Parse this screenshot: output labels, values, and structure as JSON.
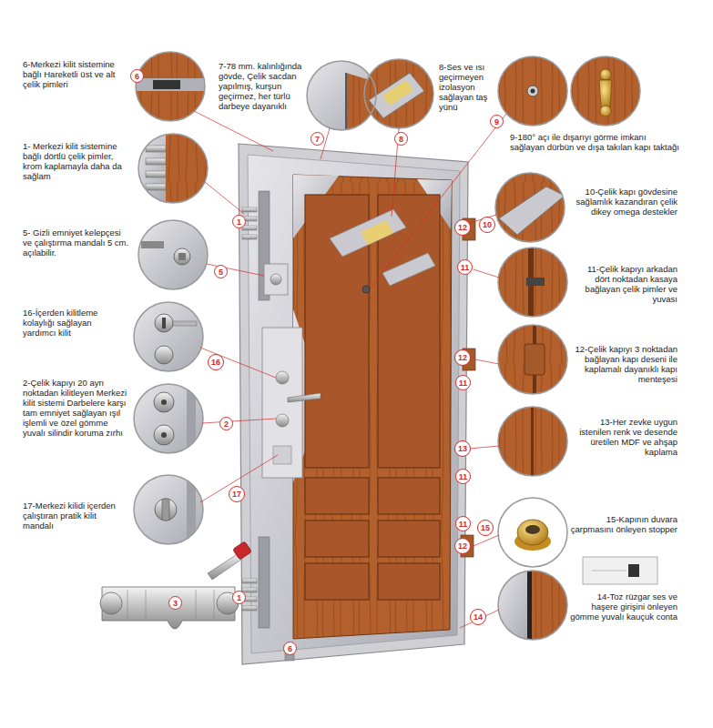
{
  "diagram": {
    "nodes": [
      {
        "text": [
          "6"
        ]
      },
      {
        "text": [
          "7"
        ]
      },
      {
        "text": [
          "8"
        ]
      },
      {
        "text": [
          "9"
        ]
      },
      {
        "text": [
          "1"
        ]
      },
      {
        "text": [
          "12"
        ]
      },
      {
        "text": [
          "10"
        ]
      },
      {
        "text": [
          "5"
        ]
      },
      {
        "text": [
          "11"
        ]
      },
      {
        "text": [
          "16"
        ]
      },
      {
        "text": [
          "12"
        ]
      },
      {
        "text": [
          "11"
        ]
      },
      {
        "text": [
          "2"
        ]
      },
      {
        "text": [
          "13"
        ]
      },
      {
        "text": [
          "11"
        ]
      },
      {
        "text": [
          "17"
        ]
      },
      {
        "text": [
          "11"
        ]
      },
      {
        "text": [
          "15"
        ]
      },
      {
        "text": [
          "12"
        ]
      },
      {
        "text": [
          "1"
        ]
      },
      {
        "text": [
          "3"
        ]
      },
      {
        "text": [
          "14"
        ]
      },
      {
        "text": [
          "6"
        ]
      }
    ],
    "labels": [
      "6-Merkezi kilit sistemine bağlı Hareketli üst ve alt çelik pimleri",
      "7-78 mm. kalınlığında gövde, Çelik sacdan yapılmış, kurşun geçirmez, her türlü darbeye dayanıklı",
      "8-Ses ve ısı geçirmeyen izolasyon sağlayan taş yünü",
      "9-180° açı ile dışarıyı görme imkanı sağlayan dürbün ve dışa takılan kapı taktağı",
      "1- Merkezi kilit sistemine bağlı dörtlü çelik pimler, krom kaplamayla daha da sağlam",
      "10-Çelik kapı gövdesine sağlamlık kazandıran çelik dikey omega destekler",
      "5- Gizli emniyet kelepçesi ve çalıştırma mandalı 5 cm. açılabilir.",
      "11-Çelik kapıyı arkadan dört noktadan kasaya bağlayan çelik pimler ve yuvası",
      "16-İçerden kilitleme kolaylığı sağlayan yardımcı kilit",
      "12-Çelik kapıyı 3 noktadan bağlayan kapı deseni ile kaplamalı dayanıklı kapı menteşesi",
      "2-Çelik kapıyı 20 ayrı noktadan kilitleyen Merkezi kilit sistemi Darbelere karşı tam emniyet sağlayan ışıl işlemli ve özel gömme yuvalı silindir koruma zırhı",
      "13-Her zevke uygun istenilen renk ve desende üretilen MDF ve ahşap kaplama",
      "17-Merkezi kilidi içerden çalıştıran pratik kilit mandalı",
      "15-Kapının duvara çarpmasını önleyen stopper",
      "14-Toz rüzgar ses ve haşere girişini önleyen gömme yuvalı kauçuk conta"
    ]
  }
}
